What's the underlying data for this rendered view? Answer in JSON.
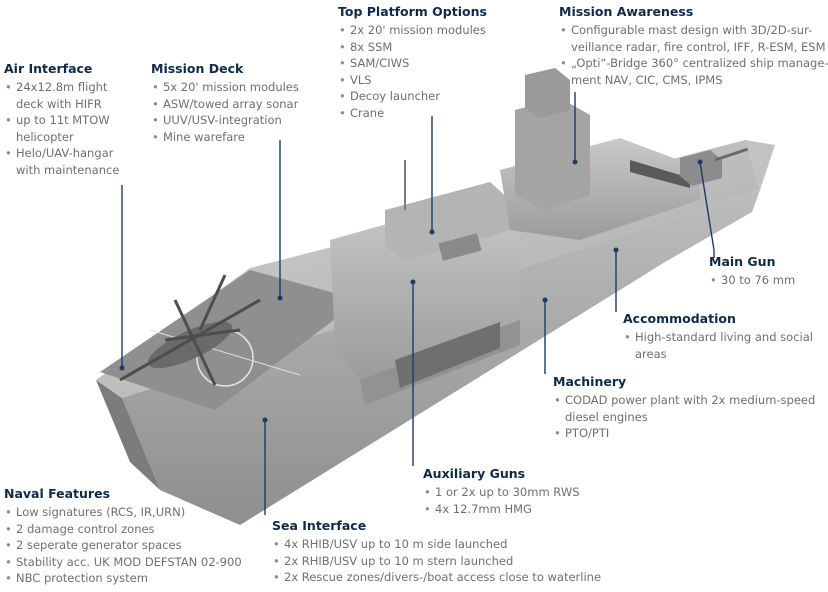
{
  "callouts": {
    "air_interface": {
      "title": "Air Interface",
      "items": [
        "24x12.8m flight",
        "deck with HIFR",
        "up to 11t MTOW",
        "helicopter",
        "Helo/UAV-hangar",
        "with maintenance"
      ],
      "bullets": [
        true,
        false,
        true,
        false,
        true,
        false
      ]
    },
    "mission_deck": {
      "title": "Mission Deck",
      "items": [
        "5x 20' mission modules",
        "ASW/towed array sonar",
        "UUV/USV-integration",
        "Mine warefare"
      ]
    },
    "top_platform": {
      "title": "Top Platform Options",
      "items": [
        "2x 20' mission modules",
        "8x SSM",
        "SAM/CIWS",
        "VLS",
        "Decoy launcher",
        "Crane"
      ]
    },
    "mission_awareness": {
      "title": "Mission Awareness",
      "items": [
        "Configurable mast design with 3D/2D-sur-",
        "veillance radar, fire control, IFF, R-ESM, ESM",
        "„Opti“-Bridge 360° centralized ship manage-",
        "ment NAV, CIC, CMS, IPMS"
      ],
      "bullets": [
        true,
        false,
        true,
        false
      ]
    },
    "main_gun": {
      "title": "Main Gun",
      "items": [
        "30 to 76 mm"
      ]
    },
    "accommodation": {
      "title": "Accommodation",
      "items": [
        "High-standard living and social",
        "areas"
      ],
      "bullets": [
        true,
        false
      ]
    },
    "machinery": {
      "title": "Machinery",
      "items": [
        "CODAD power plant with 2x medium-speed",
        "diesel engines",
        "PTO/PTI"
      ],
      "bullets": [
        true,
        false,
        true
      ]
    },
    "auxiliary_guns": {
      "title": "Auxiliary Guns",
      "items": [
        "1 or 2x up to 30mm RWS",
        "4x 12.7mm HMG"
      ]
    },
    "naval_features": {
      "title": "Naval Features",
      "items": [
        "Low signatures (RCS, IR,URN)",
        "2 damage control zones",
        "2 seperate generator spaces",
        "Stability acc. UK MOD DEFSTAN 02-900",
        "NBC protection system"
      ]
    },
    "sea_interface": {
      "title": "Sea Interface",
      "items": [
        "4x RHIB/USV up to 10 m side launched",
        "2x RHIB/USV up to 10 m stern launched",
        "2x Rescue zones/divers-/boat access close to waterline"
      ]
    }
  },
  "colors": {
    "heading": "#0e2a4a",
    "text": "#6f6f6f",
    "leader": "#1d3a66"
  }
}
